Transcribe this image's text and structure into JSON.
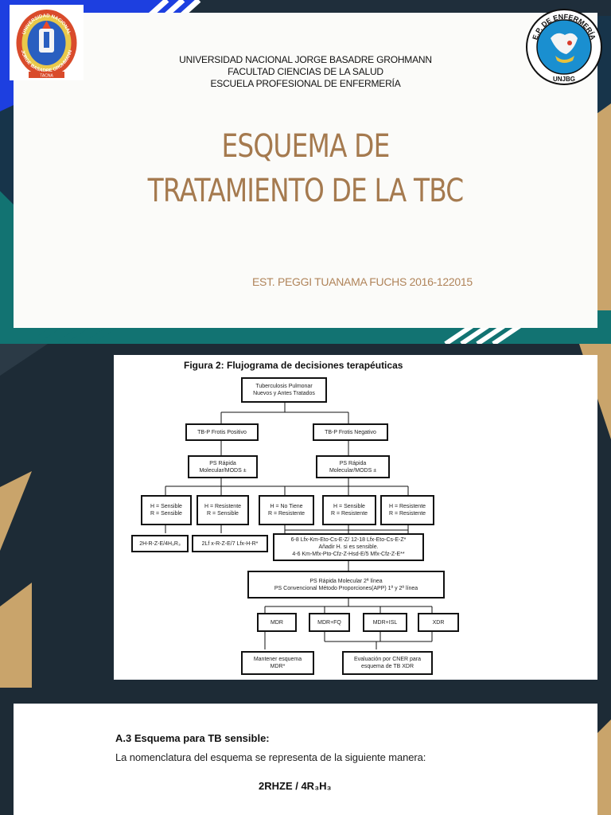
{
  "slide1": {
    "header": {
      "line1": "UNIVERSIDAD NACIONAL JORGE BASADRE GROHMANN",
      "line2": "FACULTAD CIENCIAS DE LA SALUD",
      "line3": "ESCUELA PROFESIONAL DE ENFERMERÍA"
    },
    "title_line1": "ESQUEMA DE",
    "title_line2": "TRATAMIENTO DE LA TBC",
    "author": "EST. PEGGI TUANAMA FUCHS 2016-122015",
    "logo_left": {
      "text_top": "UNIVERSIDAD NACIONAL",
      "text_bottom": "JORGE BASADRE GROHMANN",
      "text_base": "TACNA"
    },
    "logo_right": {
      "text_top": "E.P. DE ENFERMERÍA",
      "text_bottom": "UNJBG"
    },
    "colors": {
      "accent_gold": "#c9a46b",
      "accent_blue": "#1d3fe0",
      "accent_teal": "#127372",
      "title": "#a57a4f"
    }
  },
  "slide2": {
    "figure_title": "Figura 2: Flujograma de decisiones terapéuticas",
    "boxes": {
      "root": [
        "Tuberculosis Pulmonar",
        "Nuevos y Antes Tratados"
      ],
      "pos": [
        "TB-P Frotis Positivo"
      ],
      "neg": [
        "TB-P Frotis Negativo"
      ],
      "ps_left": [
        "PS Rápida",
        "Molecular/MODS ±"
      ],
      "ps_right": [
        "PS Rápida",
        "Molecular/MODS ±"
      ],
      "r1": [
        "H = Sensible",
        "R = Sensible"
      ],
      "r2": [
        "H = Resistente",
        "R = Sensible"
      ],
      "r3": [
        "H = No Tiene",
        "R = Resistente"
      ],
      "r4": [
        "H = Sensible",
        "R = Resistente"
      ],
      "r5": [
        "H = Resistente",
        "R = Resistente"
      ],
      "t1": [
        "2H-R-Z-E/4H₃R₃"
      ],
      "t2": [
        "2Lf x-R-Z-E/7 Lfx-H-R*"
      ],
      "t3": [
        "6-8 Lfx-Km-Eto-Cs-E-Z/ 12-18 Lfx-Eto-Cs-E-Z*",
        "Añadir H. si es sensible.",
        "4-6 Km-Mfx-Pto-Cfz-Z-Hsd-E/5 Mfx-Cfz-Z-E**"
      ],
      "ps2": [
        "PS Rápida Molecular 2ª línea",
        "PS Convencional Método Proporciones(APP) 1ª y 2ª línea"
      ],
      "mdr": [
        "MDR"
      ],
      "mdrfq": [
        "MDR+FQ"
      ],
      "mdrisl": [
        "MDR+ISL"
      ],
      "xdr": [
        "XDR"
      ],
      "keep": [
        "Mantener esquema",
        "MDR*"
      ],
      "eval": [
        "Evaluación por CNER para",
        "esquema de TB XDR"
      ]
    }
  },
  "slide3": {
    "heading": "A.3 Esquema para TB sensible:",
    "text": "La nomenclatura del esquema se representa de la siguiente manera:",
    "formula": "2RHZE / 4R₃H₃"
  }
}
